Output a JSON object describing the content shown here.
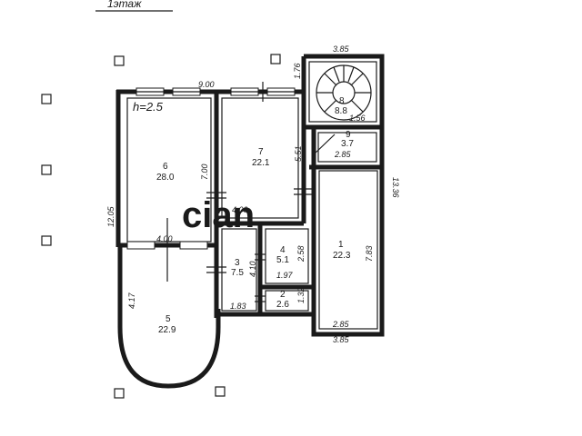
{
  "plan": {
    "floor_title": "1этаж",
    "ceiling_height": "h=2.5",
    "watermark": "cian",
    "rooms": [
      {
        "id": "room-1",
        "number": "1",
        "area": "22.3"
      },
      {
        "id": "room-2",
        "number": "2",
        "area": "2.6"
      },
      {
        "id": "room-3",
        "number": "3",
        "area": "7.5"
      },
      {
        "id": "room-4",
        "number": "4",
        "area": "5.1"
      },
      {
        "id": "room-5",
        "number": "5",
        "area": "22.9"
      },
      {
        "id": "room-6",
        "number": "6",
        "area": "28.0"
      },
      {
        "id": "room-7",
        "number": "7",
        "area": "22.1"
      },
      {
        "id": "room-8",
        "number": "8",
        "area": "8.8"
      },
      {
        "id": "room-9",
        "number": "9",
        "area": "3.7"
      }
    ],
    "dimensions": {
      "top_overall": "9.00",
      "stair_top": "3.85",
      "stair_side": "1.76",
      "stair_landing": "1.56",
      "room9_width": "2.85",
      "left_overall": "12.05",
      "right_overall": "13.36",
      "room6_height": "7.00",
      "room7_height": "5.51",
      "room7_width": "4.00",
      "room5_width": "4.00",
      "room5_height": "4.17",
      "room3_height": "4.10",
      "room4_height": "2.58",
      "room4_width": "1.97",
      "room2_height": "1.32",
      "hall_width": "1.83",
      "room1_height": "7.83",
      "room1_width": "2.85",
      "bottom_right": "3.85"
    }
  }
}
